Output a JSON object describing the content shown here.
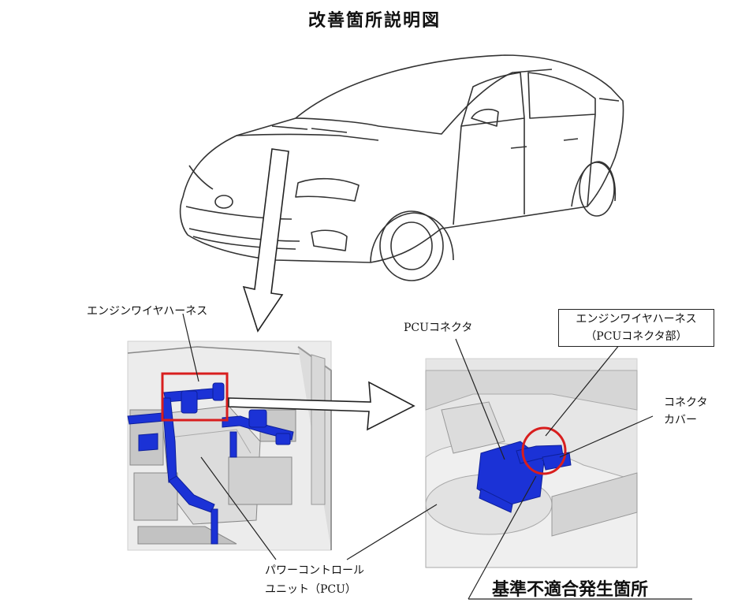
{
  "title": "改善箇所説明図",
  "labels": {
    "engine_wire_harness": "エンジンワイヤハーネス",
    "pcu_connector": "PCUコネクタ",
    "harness_connector_part_line1": "エンジンワイヤハーネス",
    "harness_connector_part_line2": "（PCUコネクタ部）",
    "connector_cover_line1": "コネクタ",
    "connector_cover_line2": "カバー",
    "pcu_line1": "パワーコントロール",
    "pcu_line2": "ユニット（PCU）",
    "nonconformity_location": "基準不適合発生箇所"
  },
  "colors": {
    "part_highlight": "#1b32d6",
    "marker_red": "#d81e1e",
    "line_art": "#333333"
  }
}
